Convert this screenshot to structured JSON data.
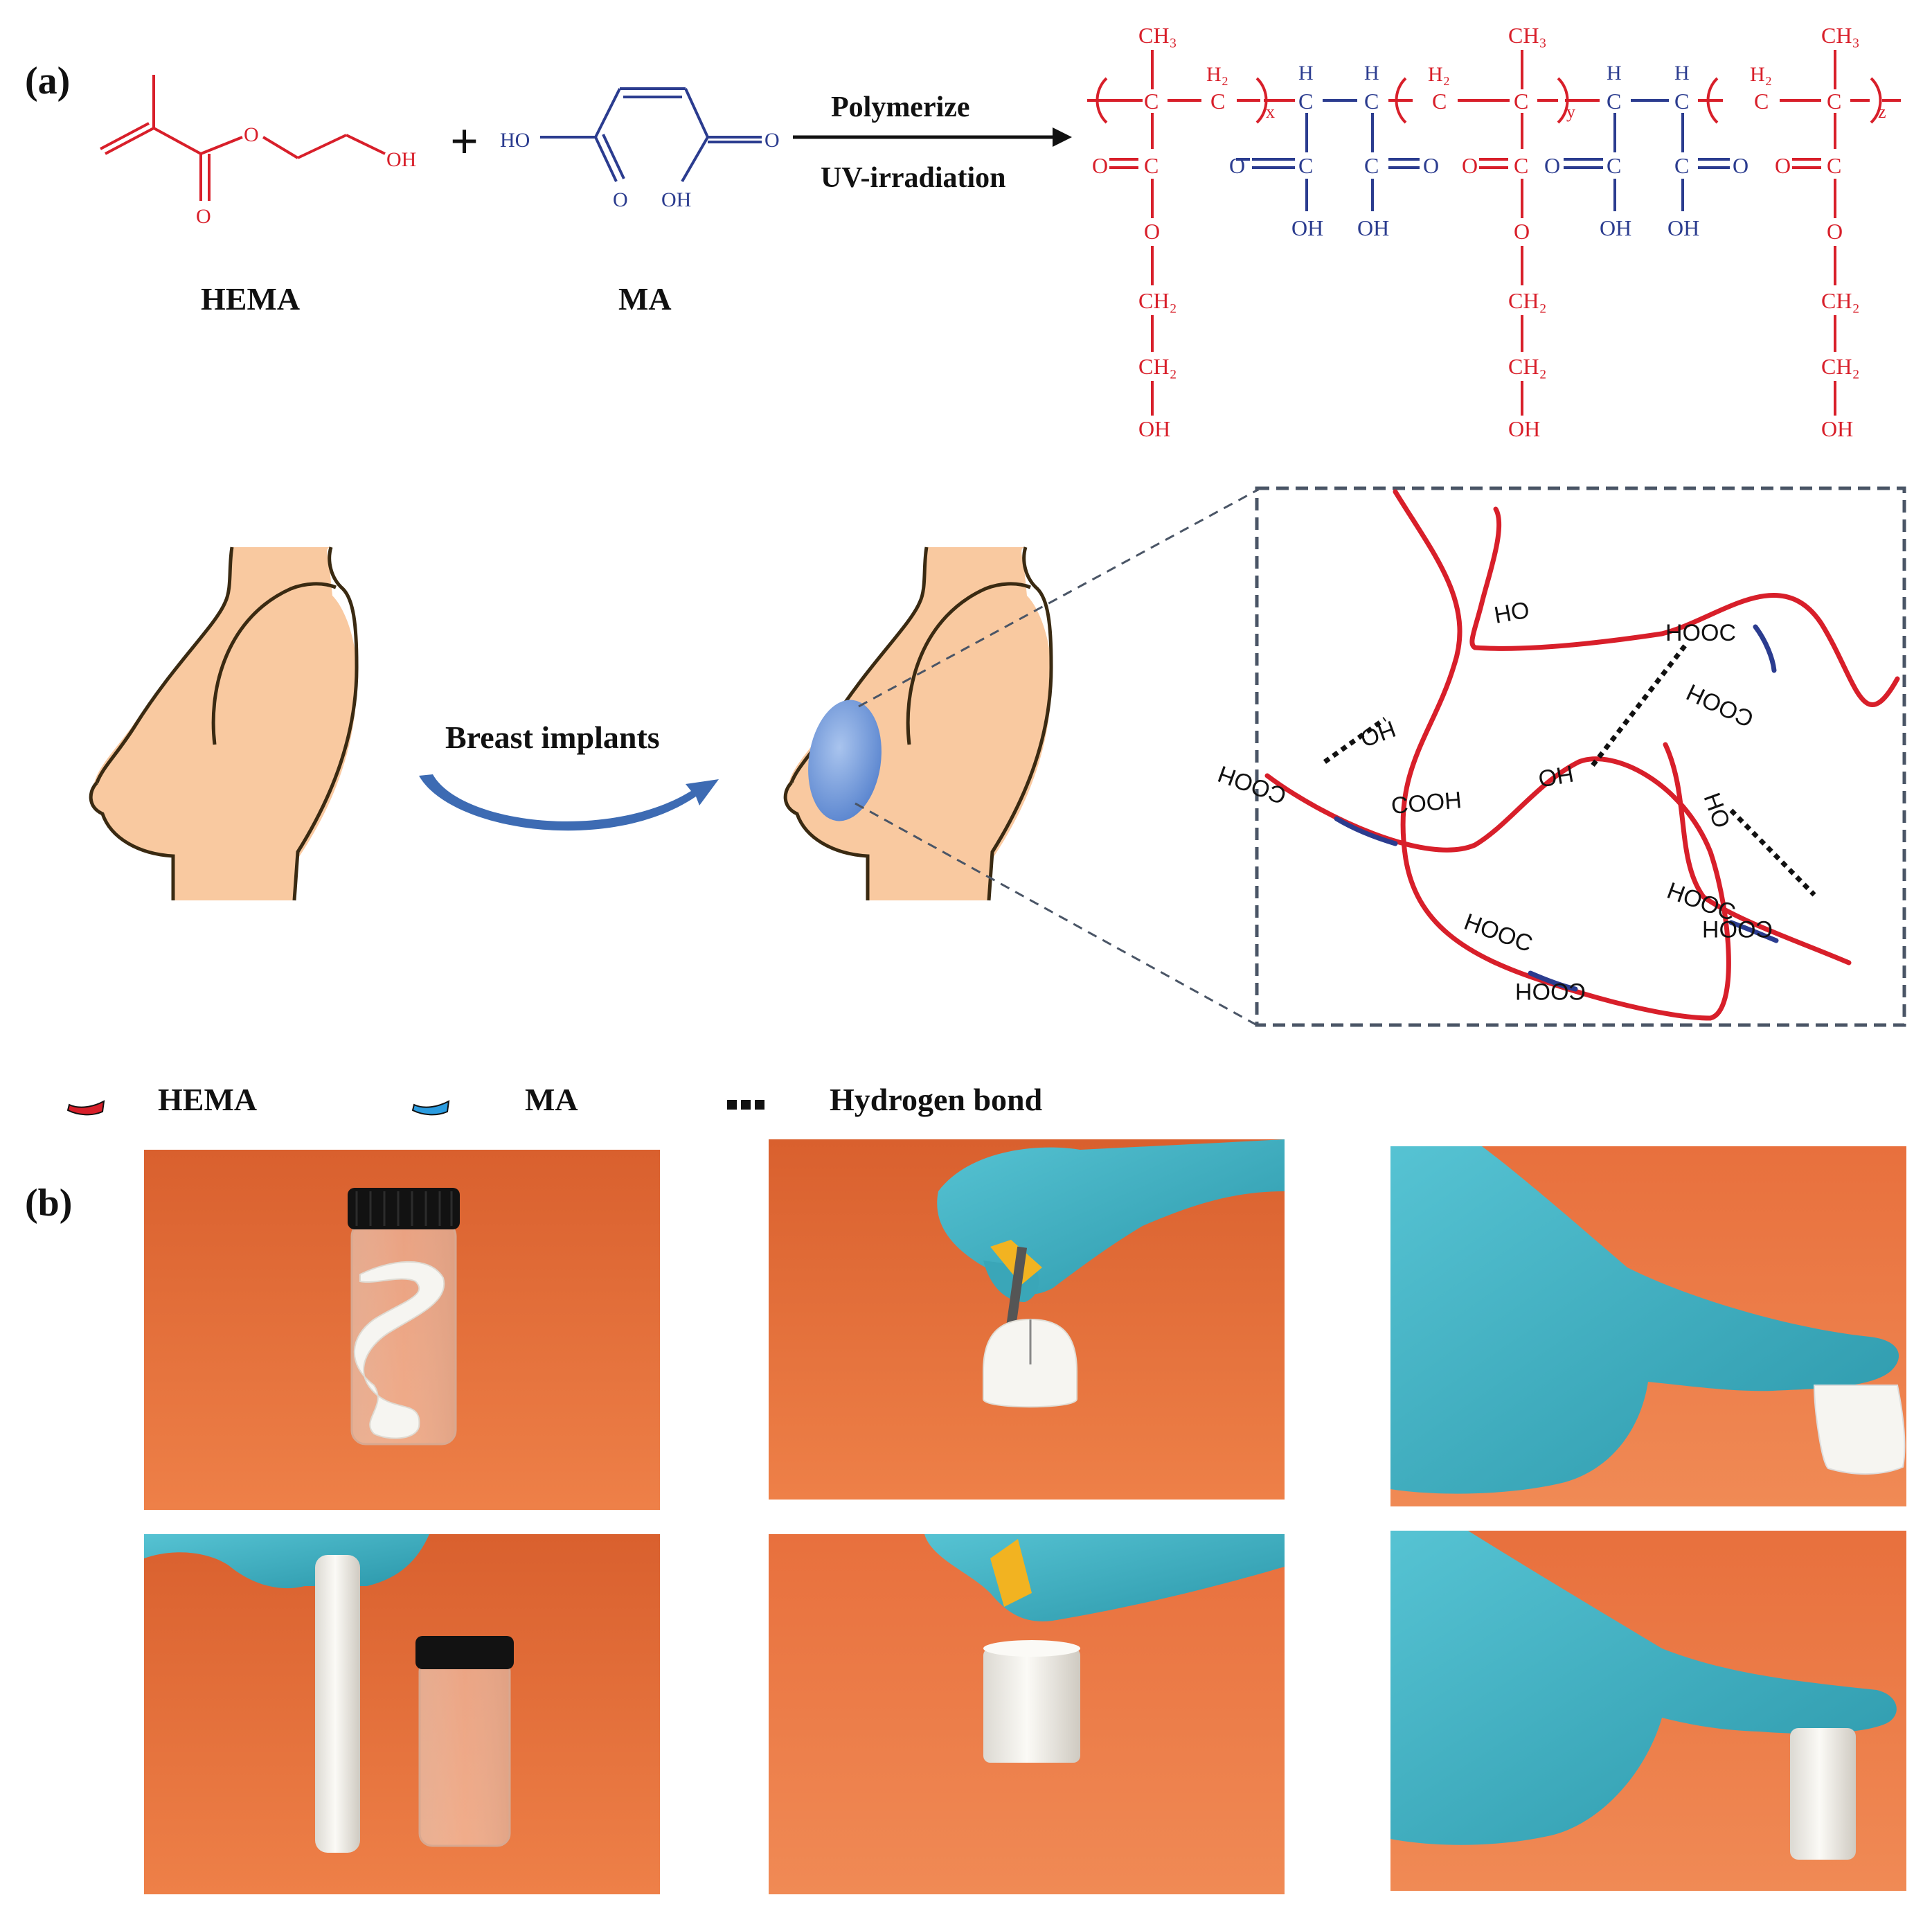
{
  "panel_labels": {
    "a": "(a)",
    "b": "(b)"
  },
  "reaction": {
    "hema_name": "HEMA",
    "ma_name": "MA",
    "plus": "+",
    "arrow_top": "Polymerize",
    "arrow_bottom": "UV-irradiation",
    "hema_oh": "OH",
    "hema_o_ether": "O",
    "hema_o_carbonyl": "O",
    "ma_ho": "HO",
    "ma_o_right": "O",
    "ma_o_bottom": "O",
    "ma_oh_bottom": "OH",
    "polymer": {
      "ch3": "CH₃",
      "h2": "H₂",
      "c": "C",
      "h": "H",
      "o": "O",
      "oh": "OH",
      "ch2": "CH₂",
      "sub_x": "x",
      "sub_y": "y",
      "sub_z": "z"
    }
  },
  "implant": {
    "label": "Breast implants"
  },
  "network_labels": [
    "HO",
    "HOOC",
    "COOH",
    "HO",
    "HO",
    "COOH",
    "COOH",
    "HO",
    "HOOC",
    "COOH",
    "HOOC",
    "COOH"
  ],
  "legend": {
    "hema": "HEMA",
    "ma": "MA",
    "hbond": "Hydrogen bond"
  },
  "photos": {
    "count": 6
  },
  "colors": {
    "hema_red": "#d81f2a",
    "ma_blue": "#2b3c8f",
    "skin": "#f9c9a0",
    "skin_outline": "#3a2a12",
    "implant_blue": "#6e9ad8",
    "arrow_blue": "#3d6bb3",
    "box_dash": "#4a5566",
    "photo_bg": "#e8703c",
    "glove": "#3fb5c6"
  }
}
